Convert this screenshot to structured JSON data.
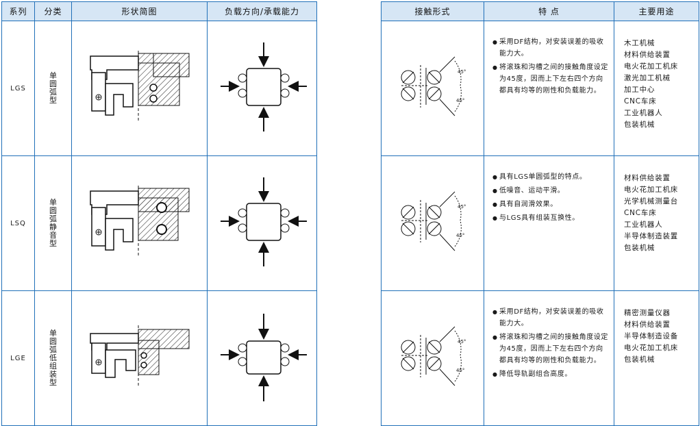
{
  "left_headers": [
    "系列",
    "分类",
    "形状简图",
    "负载方向/承载能力"
  ],
  "right_headers": [
    "接触形式",
    "特 点",
    "主要用途"
  ],
  "contact_angle_label": "45°",
  "rows": [
    {
      "series": "LGS",
      "category": "单圆弧型",
      "features": [
        "采用DF结构，对安装误差的吸收能力大。",
        "将滚珠和沟槽之间的接触角度设定为45度，因而上下左右四个方向都具有均等的刚性和负载能力。"
      ],
      "uses": [
        "木工机械",
        "材料供给装置",
        "电火花加工机床",
        "激光加工机械",
        "加工中心",
        "CNC车床",
        "工业机器人",
        "包装机械"
      ]
    },
    {
      "series": "LSQ",
      "category": "单圆弧静音型",
      "features": [
        "具有LGS单圆弧型的特点。",
        "低噪音、运动平滑。",
        "具有自润滑效果。",
        "与LGS具有组装互换性。"
      ],
      "uses": [
        "材料供给装置",
        "电火花加工机床",
        "光学机械测量台",
        "CNC车床",
        "工业机器人",
        "半导体制造装置",
        "包装机械"
      ]
    },
    {
      "series": "LGE",
      "category": "单圆弧低组装型",
      "features": [
        "采用DF结构，对安装误差的吸收能力大。",
        "将滚珠和沟槽之间的接触角度设定为45度，因而上下左右四个方向都具有均等的刚性和负载能力。",
        "降低导轨副组合高度。"
      ],
      "uses": [
        "精密测量仪器",
        "材料供给装置",
        "半导体制造设备",
        "电火花加工机床",
        "包装机械"
      ]
    }
  ]
}
